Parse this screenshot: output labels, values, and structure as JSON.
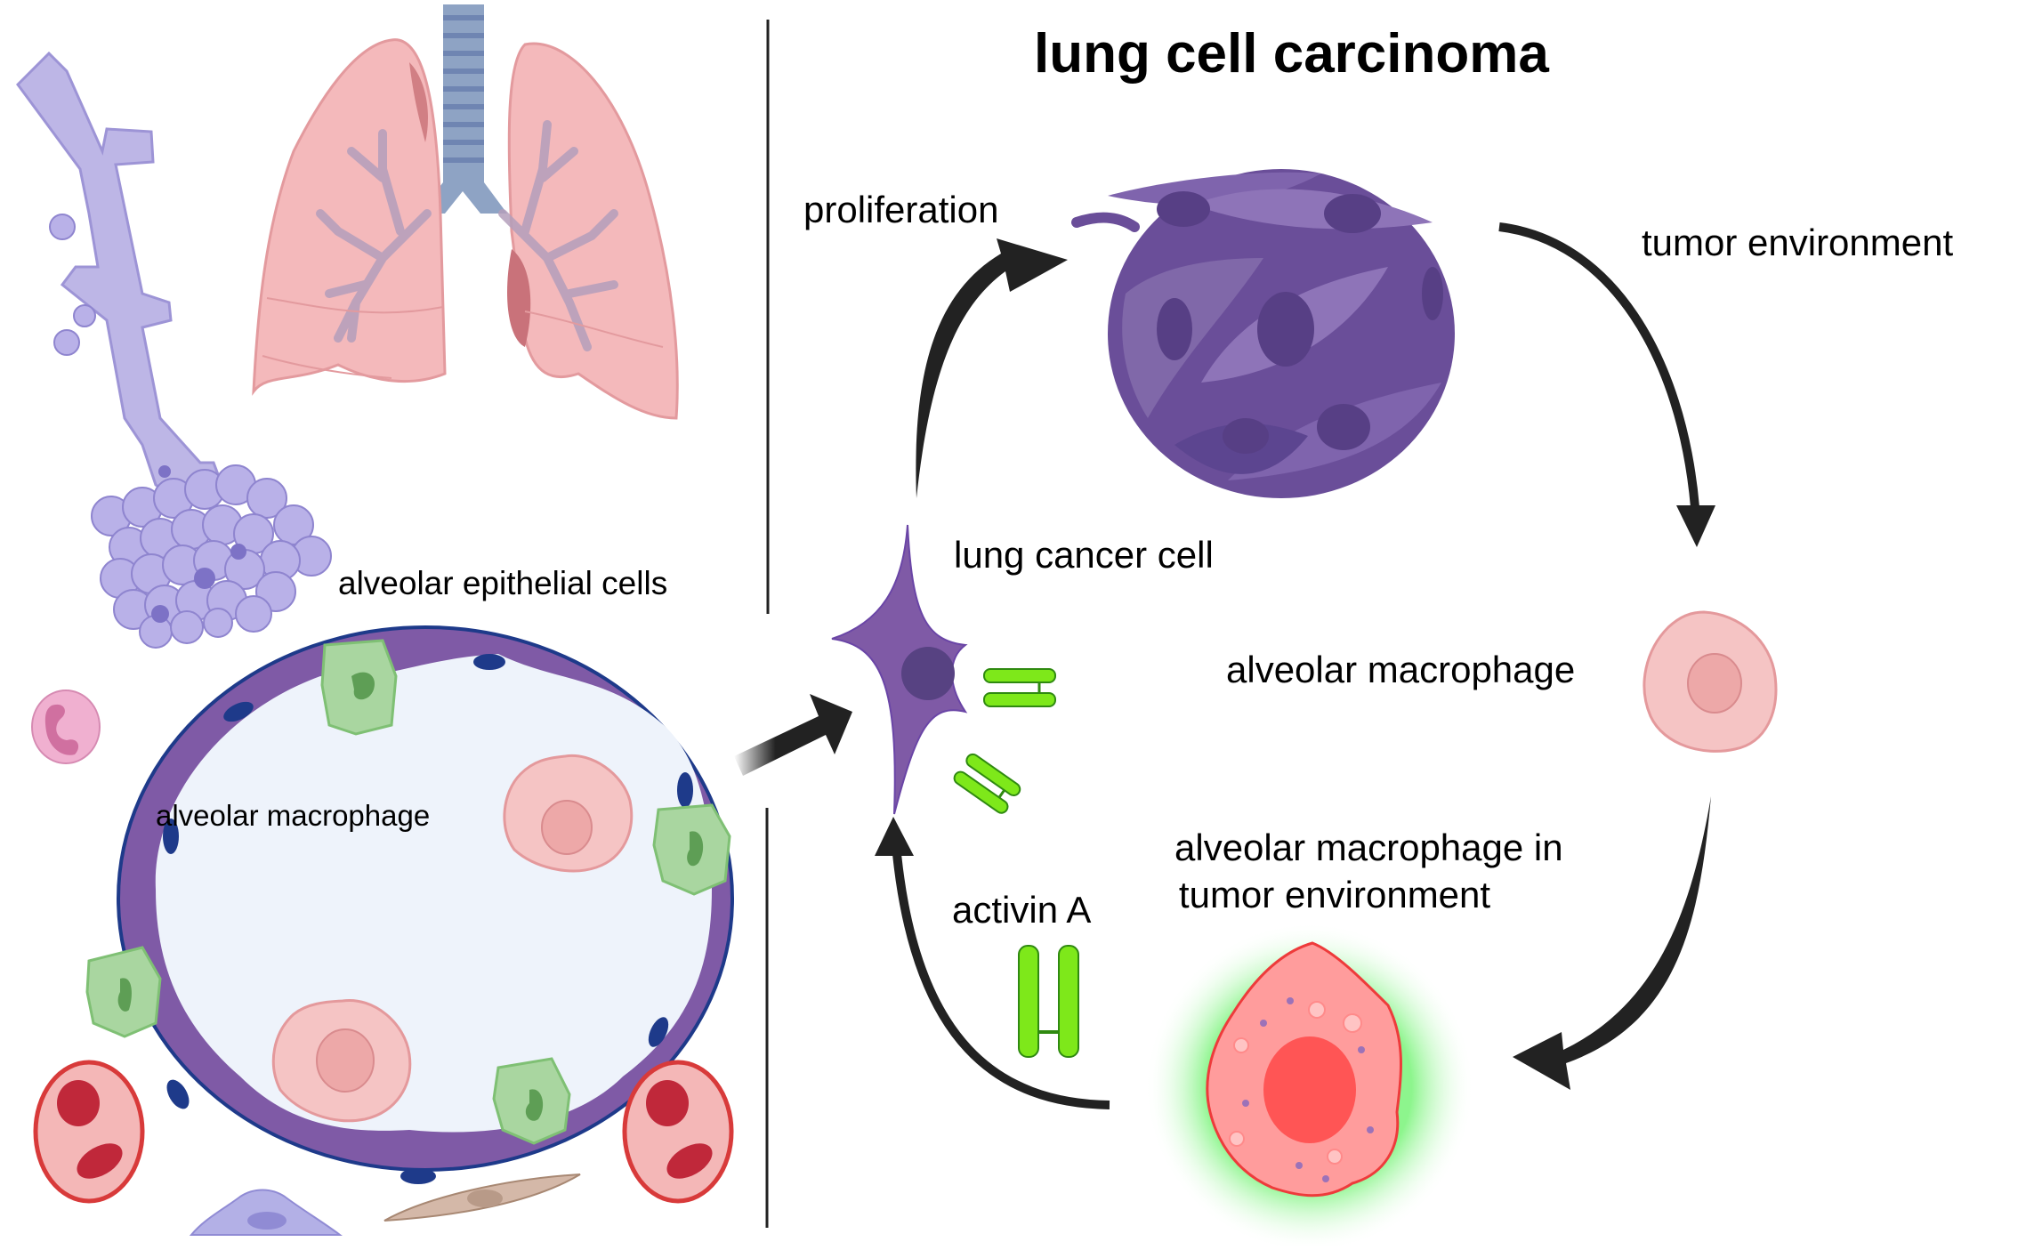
{
  "title": "lung cell carcinoma",
  "left_panel": {
    "normal_tissue_labels": {
      "alveolar_epithelial_cells": "alveolar epithelial cells",
      "alveolar_macrophage": "alveolar macrophage"
    }
  },
  "cycle": {
    "labels": {
      "proliferation": "proliferation",
      "tumor_environment": "tumor environment",
      "lung_cancer_cell": "lung cancer cell",
      "alveolar_macrophage": "alveolar macrophage",
      "macrophage_in_tme_line1": "alveolar macrophage in",
      "macrophage_in_tme_line2": "tumor environment",
      "activin_a": "activin A"
    },
    "flow": [
      {
        "from": "alveolar epithelial cells",
        "to": "lung cancer cell"
      },
      {
        "from": "lung cancer cell",
        "to": "lung cell carcinoma",
        "label": "proliferation"
      },
      {
        "from": "lung cell carcinoma",
        "to": "alveolar macrophage",
        "label": "tumor environment"
      },
      {
        "from": "alveolar macrophage",
        "to": "alveolar macrophage in tumor environment"
      },
      {
        "from": "alveolar macrophage in tumor environment",
        "to": "lung cancer cell",
        "label": "activin A"
      }
    ]
  },
  "colors": {
    "cancer_purple": "#7f5aa6",
    "cancer_nucleus": "#574282",
    "activin_green": "#7ee81a",
    "activin_outline": "#2f8a10",
    "macrophage_pink": "#f5c4c4",
    "activated_macrophage": "#ff9c9c",
    "activated_nucleus": "#ff5555",
    "glow_green": "#8df58d",
    "lung_pink": "#f4b9bb",
    "trachea_blue": "#8ea3c4",
    "bronchiole_lavender": "#bdb6e6",
    "alveolus_wall": "#7f5aa6",
    "alveolus_lumen": "#eef3fb",
    "green_macrophage": "#a9d6a0",
    "arrow": "#222222"
  }
}
